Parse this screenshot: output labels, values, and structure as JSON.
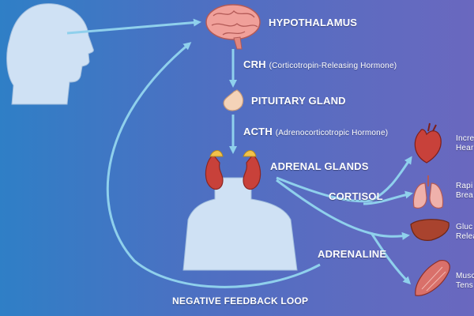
{
  "colors": {
    "background_left": "#2f7fc6",
    "background_right": "#6a68bf",
    "arrow": "#8fd0ec",
    "body_silhouette": "#cfe1f4",
    "organ_pink": "#e8948f",
    "organ_red": "#c8413a"
  },
  "nodes": {
    "hypothalamus": "HYPOTHALAMUS",
    "crh": "CRH",
    "crh_full": "(Corticotropin-Releasing Hormone)",
    "pituitary": "PITUITARY GLAND",
    "acth": "ACTH",
    "acth_full": "(Adrenocorticotropic Hormone)",
    "adrenal": "ADRENAL GLANDS",
    "cortisol": "CORTISOL",
    "adrenaline": "ADRENALINE",
    "feedback": "NEGATIVE FEEDBACK LOOP"
  },
  "effects": [
    {
      "line1": "Incre",
      "line2": "Hear",
      "icon": "heart-icon"
    },
    {
      "line1": "Rapi",
      "line2": "Brea",
      "icon": "lungs-icon"
    },
    {
      "line1": "Gluc",
      "line2": "Relea",
      "icon": "liver-icon"
    },
    {
      "line1": "Musc",
      "line2": "Tens",
      "icon": "muscle-icon"
    }
  ]
}
